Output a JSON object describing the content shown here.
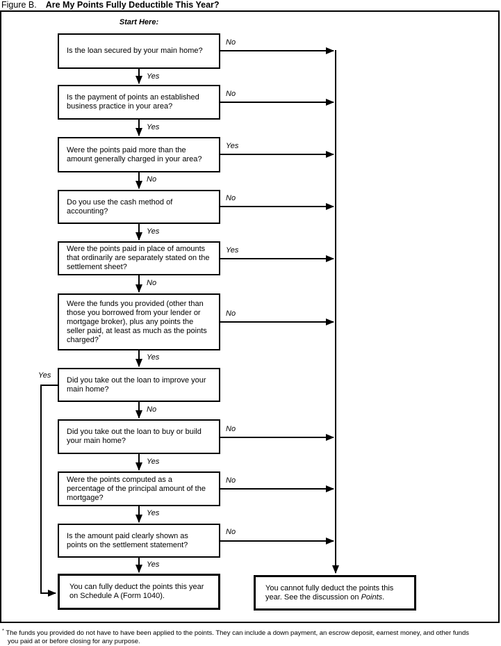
{
  "title": {
    "prefix": "Figure B.",
    "main": "Are My Points Fully Deductible This Year?"
  },
  "start_label": "Start Here:",
  "nodes": {
    "q1": {
      "text": "Is the loan secured by your main home?",
      "branch_right": "No",
      "branch_down": "Yes"
    },
    "q2": {
      "text": "Is the payment of points an established\nbusiness practice in your area?",
      "branch_right": "No",
      "branch_down": "Yes"
    },
    "q3": {
      "text": "Were the points paid more than the\namount generally charged in your area?",
      "branch_right": "Yes",
      "branch_down": "No"
    },
    "q4": {
      "text": "Do you use the cash method of\naccounting?",
      "branch_right": "No",
      "branch_down": "Yes"
    },
    "q5": {
      "text": "Were the points paid in place of amounts\nthat ordinarily are separately stated on the\nsettlement sheet?",
      "branch_right": "Yes",
      "branch_down": "No"
    },
    "q6": {
      "text": "Were the funds you provided (other than\nthose you borrowed from your lender or\nmortgage broker), plus any points the\nseller paid, at least as much as the points\ncharged?",
      "footnote_marker": "*",
      "branch_right": "No",
      "branch_down": "Yes"
    },
    "q7": {
      "text": "Did you take out the loan to improve your\nmain home?",
      "branch_left": "Yes",
      "branch_down": "No"
    },
    "q8": {
      "text": "Did you take out the loan to buy or build\nyour main home?",
      "branch_right": "No",
      "branch_down": "Yes"
    },
    "q9": {
      "text": "Were the points computed as a\npercentage of the principal amount of the\nmortgage?",
      "branch_right": "No",
      "branch_down": "Yes"
    },
    "q10": {
      "text": "Is the amount paid clearly shown as\npoints on the settlement statement?",
      "branch_right": "No",
      "branch_down": "Yes"
    },
    "result_yes": {
      "text": "You can fully deduct the points this year\non Schedule A (Form 1040)."
    },
    "result_no": {
      "text_before": "You cannot fully deduct the points this\nyear. See the discussion on ",
      "italic_term": "Points",
      "suffix": "."
    }
  },
  "footnote": {
    "marker": "*",
    "text": "The funds you provided do not have to have been applied to the points. They can include a down payment, an escrow deposit, earnest money, and other funds\nyou paid at or before closing for any purpose."
  },
  "colors": {
    "line": "#000000",
    "background": "#ffffff"
  }
}
